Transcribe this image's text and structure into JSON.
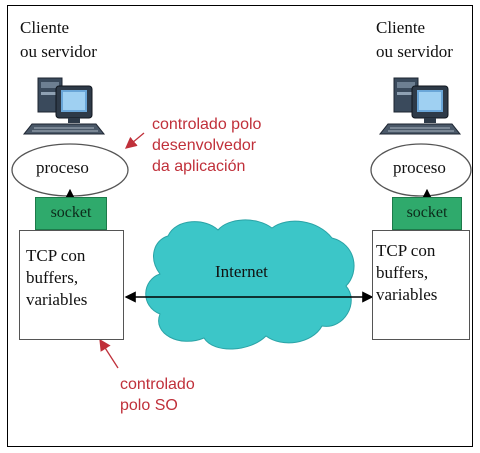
{
  "left_host": {
    "label_line1": "Cliente",
    "label_line2": "ou servidor",
    "process_label": "proceso",
    "socket_label": "socket",
    "tcp_line1": "TCP con",
    "tcp_line2": "buffers,",
    "tcp_line3": "variables",
    "computer_icon": "computer-icon"
  },
  "right_host": {
    "label_line1": "Cliente",
    "label_line2": "ou servidor",
    "process_label": "proceso",
    "socket_label": "socket",
    "tcp_line1": "TCP con",
    "tcp_line2": "buffers,",
    "tcp_line3": "variables",
    "computer_icon": "computer-icon"
  },
  "internet_label": "Internet",
  "annotation_developer": {
    "line1": "controlado polo",
    "line2": "desenvolvedor",
    "line3": "da aplicación"
  },
  "annotation_os": {
    "line1": "controlado",
    "line2": "polo SO"
  },
  "colors": {
    "socket_fill": "#2faa6c",
    "cloud_fill": "#3cc6c8",
    "annotation_text": "#c0303a"
  }
}
